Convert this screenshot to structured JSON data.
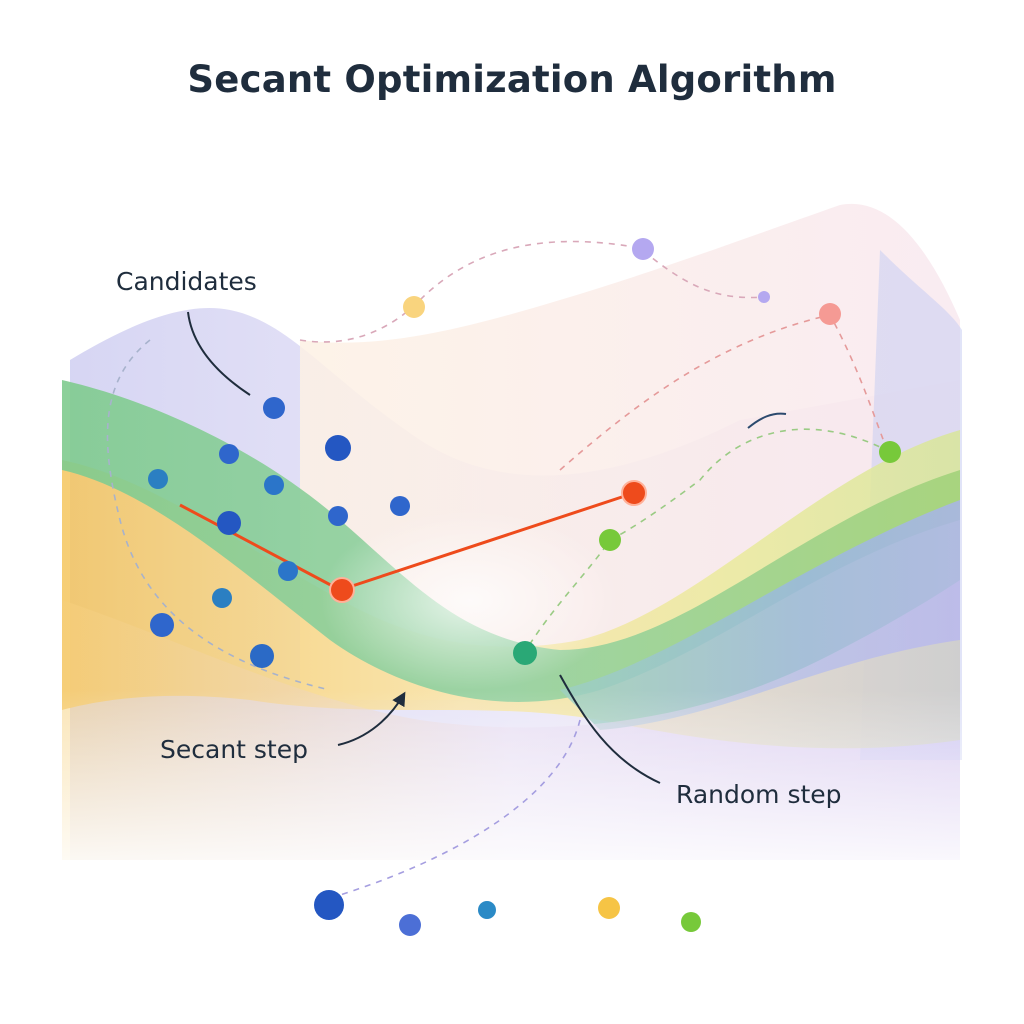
{
  "title": "Secant Optimization Algorithm",
  "labels": {
    "candidates": "Candidates",
    "secant_step": "Secant step",
    "random_step": "Random step"
  },
  "colors": {
    "title": "#1f2d3d",
    "candidate_blue": "#2f5fc8",
    "secant_orange": "#ee4b1c",
    "random_green": "#2aa876",
    "yellow": "#f6c445",
    "lime": "#77c93a",
    "lavender": "#b4a8f0",
    "pink": "#f28a86"
  }
}
